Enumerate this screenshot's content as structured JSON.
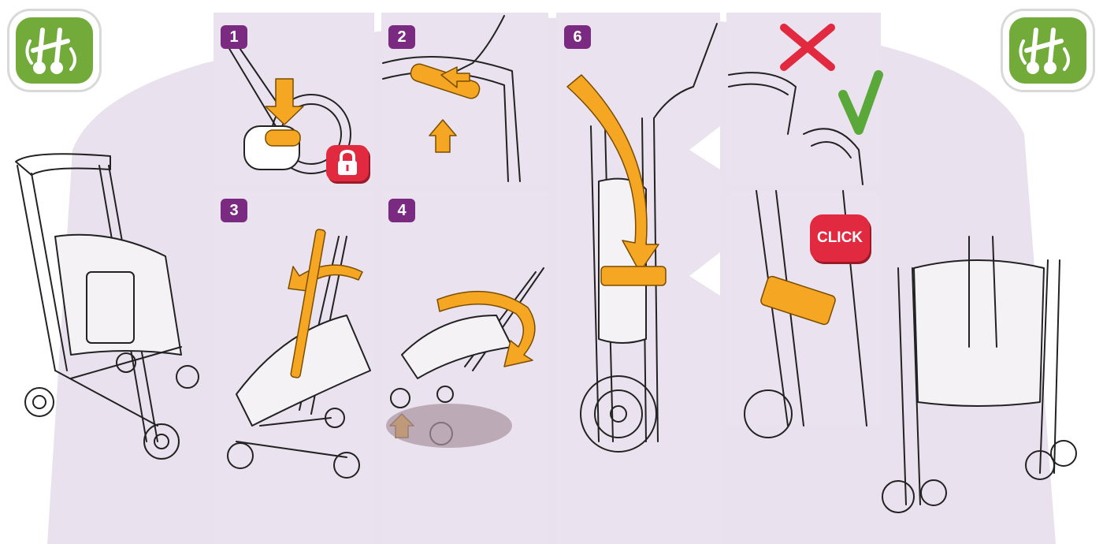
{
  "steps": [
    {
      "number": "1"
    },
    {
      "number": "2"
    },
    {
      "number": "3"
    },
    {
      "number": "4"
    },
    {
      "number": "6"
    }
  ],
  "click_label": "CLICK",
  "icons": {
    "logo": "fold-stroller-logo-icon",
    "lock": "padlock-icon",
    "wrong": "red-x-icon",
    "right": "green-check-icon"
  },
  "colors": {
    "background_arch": "#e9e1ee",
    "step_badge": "#7b2a82",
    "accent_orange": "#f5a623",
    "logo_green": "#72ab3a",
    "alert_red": "#e12a3f",
    "check_green": "#5aa83a"
  }
}
